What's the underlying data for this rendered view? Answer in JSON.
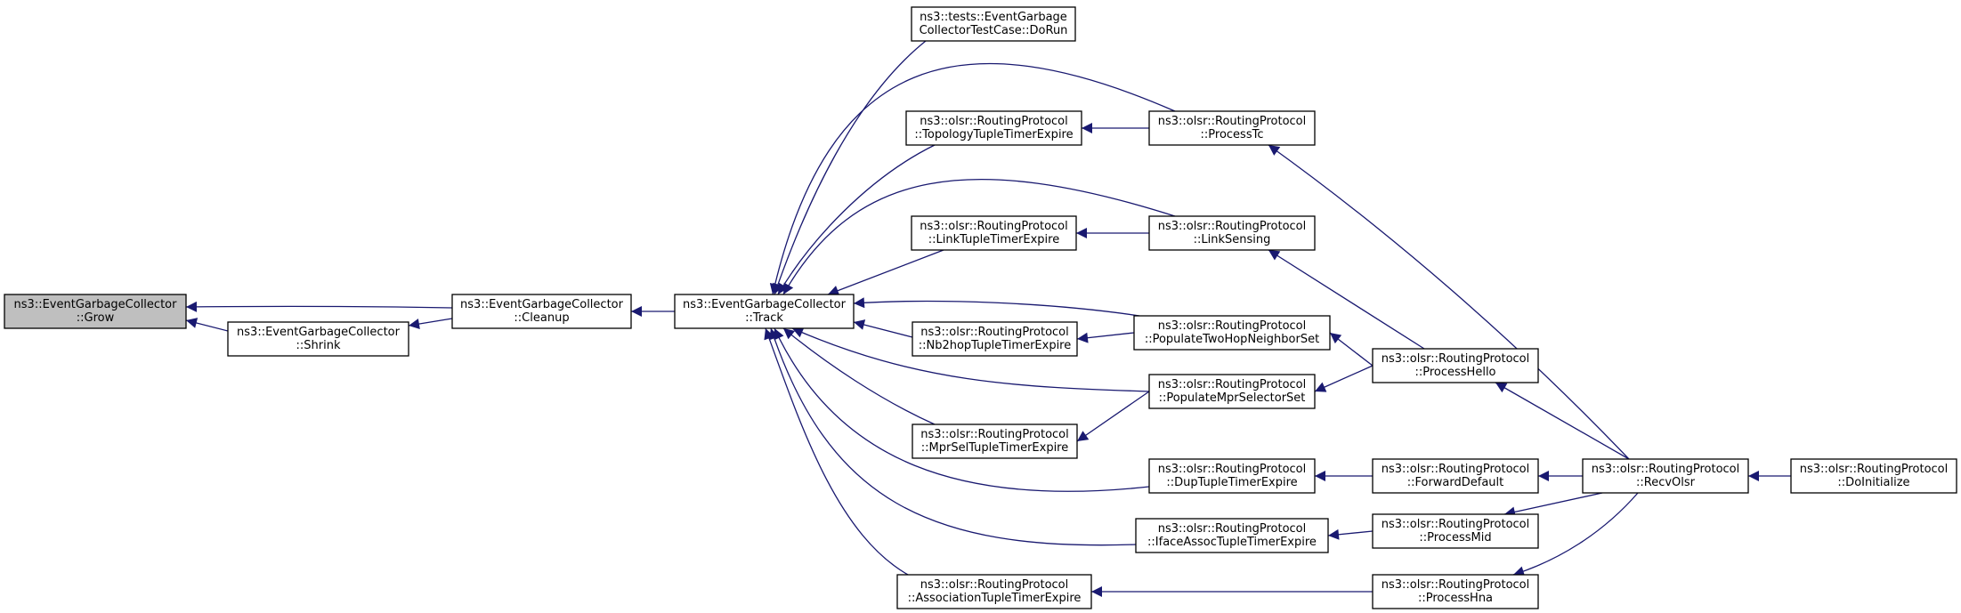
{
  "graph": {
    "edge_color": "#191970",
    "highlight_fill": "#bfbfbf",
    "nodes": [
      {
        "id": "grow",
        "lines": [
          "ns3::EventGarbageCollector",
          "::Grow"
        ],
        "highlighted": true
      },
      {
        "id": "shrink",
        "lines": [
          "ns3::EventGarbageCollector",
          "::Shrink"
        ]
      },
      {
        "id": "cleanup",
        "lines": [
          "ns3::EventGarbageCollector",
          "::Cleanup"
        ]
      },
      {
        "id": "track",
        "lines": [
          "ns3::EventGarbageCollector",
          "::Track"
        ]
      },
      {
        "id": "dorun",
        "lines": [
          "ns3::tests::EventGarbage",
          "CollectorTestCase::DoRun"
        ]
      },
      {
        "id": "topology",
        "lines": [
          "ns3::olsr::RoutingProtocol",
          "::TopologyTupleTimerExpire"
        ]
      },
      {
        "id": "processtc",
        "lines": [
          "ns3::olsr::RoutingProtocol",
          "::ProcessTc"
        ]
      },
      {
        "id": "linktuple",
        "lines": [
          "ns3::olsr::RoutingProtocol",
          "::LinkTupleTimerExpire"
        ]
      },
      {
        "id": "linksensing",
        "lines": [
          "ns3::olsr::RoutingProtocol",
          "::LinkSensing"
        ]
      },
      {
        "id": "nb2hop",
        "lines": [
          "ns3::olsr::RoutingProtocol",
          "::Nb2hopTupleTimerExpire"
        ]
      },
      {
        "id": "populatetwohop",
        "lines": [
          "ns3::olsr::RoutingProtocol",
          "::PopulateTwoHopNeighborSet"
        ]
      },
      {
        "id": "populatempr",
        "lines": [
          "ns3::olsr::RoutingProtocol",
          "::PopulateMprSelectorSet"
        ]
      },
      {
        "id": "mprsel",
        "lines": [
          "ns3::olsr::RoutingProtocol",
          "::MprSelTupleTimerExpire"
        ]
      },
      {
        "id": "duptuple",
        "lines": [
          "ns3::olsr::RoutingProtocol",
          "::DupTupleTimerExpire"
        ]
      },
      {
        "id": "ifaceassoc",
        "lines": [
          "ns3::olsr::RoutingProtocol",
          "::IfaceAssocTupleTimerExpire"
        ]
      },
      {
        "id": "assoc",
        "lines": [
          "ns3::olsr::RoutingProtocol",
          "::AssociationTupleTimerExpire"
        ]
      },
      {
        "id": "processhello",
        "lines": [
          "ns3::olsr::RoutingProtocol",
          "::ProcessHello"
        ]
      },
      {
        "id": "forwarddefault",
        "lines": [
          "ns3::olsr::RoutingProtocol",
          "::ForwardDefault"
        ]
      },
      {
        "id": "processmid",
        "lines": [
          "ns3::olsr::RoutingProtocol",
          "::ProcessMid"
        ]
      },
      {
        "id": "processhna",
        "lines": [
          "ns3::olsr::RoutingProtocol",
          "::ProcessHna"
        ]
      },
      {
        "id": "recvolsr",
        "lines": [
          "ns3::olsr::RoutingProtocol",
          "::RecvOlsr"
        ]
      },
      {
        "id": "doinitialize",
        "lines": [
          "ns3::olsr::RoutingProtocol",
          "::DoInitialize"
        ]
      }
    ],
    "edges": [
      {
        "from": "cleanup",
        "to": "grow"
      },
      {
        "from": "shrink",
        "to": "grow"
      },
      {
        "from": "cleanup",
        "to": "shrink"
      },
      {
        "from": "track",
        "to": "cleanup"
      },
      {
        "from": "dorun",
        "to": "track"
      },
      {
        "from": "processtc",
        "to": "track"
      },
      {
        "from": "topology",
        "to": "track"
      },
      {
        "from": "linksensing",
        "to": "track"
      },
      {
        "from": "linktuple",
        "to": "track"
      },
      {
        "from": "populatetwohop",
        "to": "track"
      },
      {
        "from": "nb2hop",
        "to": "track"
      },
      {
        "from": "populatempr",
        "to": "track"
      },
      {
        "from": "mprsel",
        "to": "track"
      },
      {
        "from": "duptuple",
        "to": "track"
      },
      {
        "from": "ifaceassoc",
        "to": "track"
      },
      {
        "from": "assoc",
        "to": "track"
      },
      {
        "from": "processtc",
        "to": "topology"
      },
      {
        "from": "linksensing",
        "to": "linktuple"
      },
      {
        "from": "populatetwohop",
        "to": "nb2hop"
      },
      {
        "from": "populatempr",
        "to": "mprsel"
      },
      {
        "from": "processhello",
        "to": "populatetwohop"
      },
      {
        "from": "processhello",
        "to": "populatempr"
      },
      {
        "from": "processhello",
        "to": "linksensing"
      },
      {
        "from": "forwarddefault",
        "to": "duptuple"
      },
      {
        "from": "processmid",
        "to": "ifaceassoc"
      },
      {
        "from": "processhna",
        "to": "assoc"
      },
      {
        "from": "recvolsr",
        "to": "processtc"
      },
      {
        "from": "recvolsr",
        "to": "processhello"
      },
      {
        "from": "recvolsr",
        "to": "forwarddefault"
      },
      {
        "from": "recvolsr",
        "to": "processmid"
      },
      {
        "from": "recvolsr",
        "to": "processhna"
      },
      {
        "from": "doinitialize",
        "to": "recvolsr"
      }
    ]
  }
}
